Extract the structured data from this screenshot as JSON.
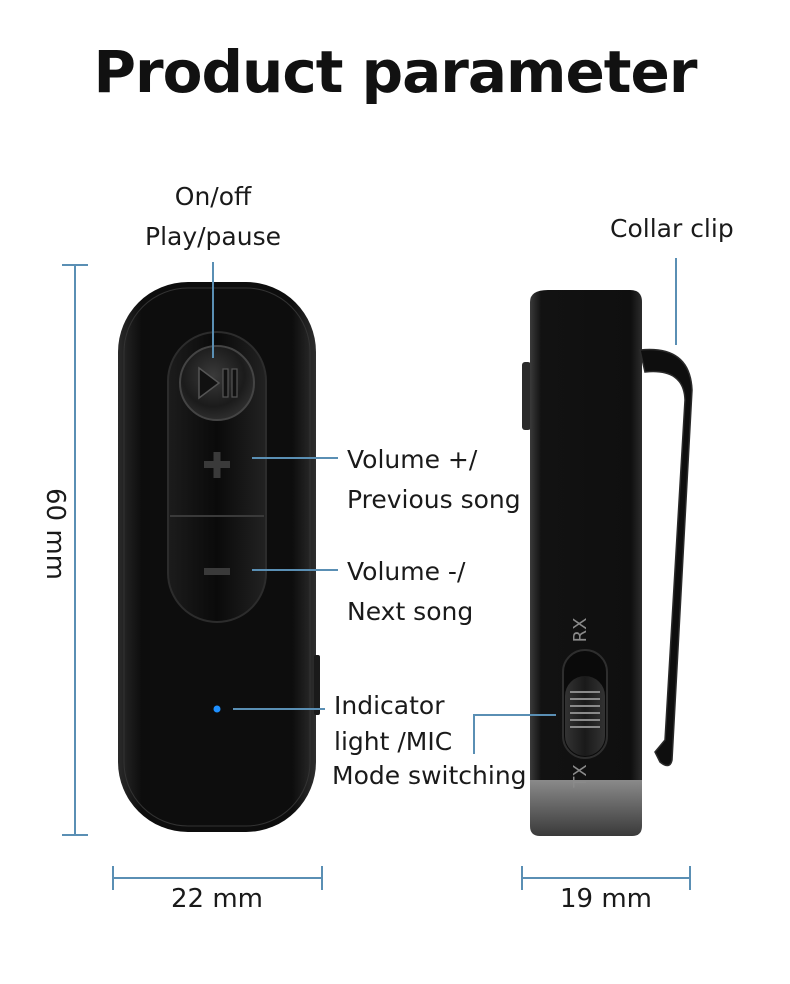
{
  "title": "Product parameter",
  "labels": {
    "on_off": "On/off",
    "play_pause": "Play/pause",
    "collar_clip": "Collar clip",
    "volume_plus_line1": "Volume +/",
    "volume_plus_line2": "Previous song",
    "volume_minus_line1": "Volume -/",
    "volume_minus_line2": "Next song",
    "indicator_line1": "Indicator",
    "indicator_line2": "light /MIC",
    "mode_switching": "Mode switching"
  },
  "dimensions": {
    "height": "60 mm",
    "width": "22 mm",
    "depth": "19 mm"
  },
  "switch": {
    "rx": "RX",
    "tx": "TX"
  },
  "colors": {
    "leader_line": "#5a8fb4",
    "device_body": "#111111",
    "indicator_led": "#1e90ff"
  }
}
